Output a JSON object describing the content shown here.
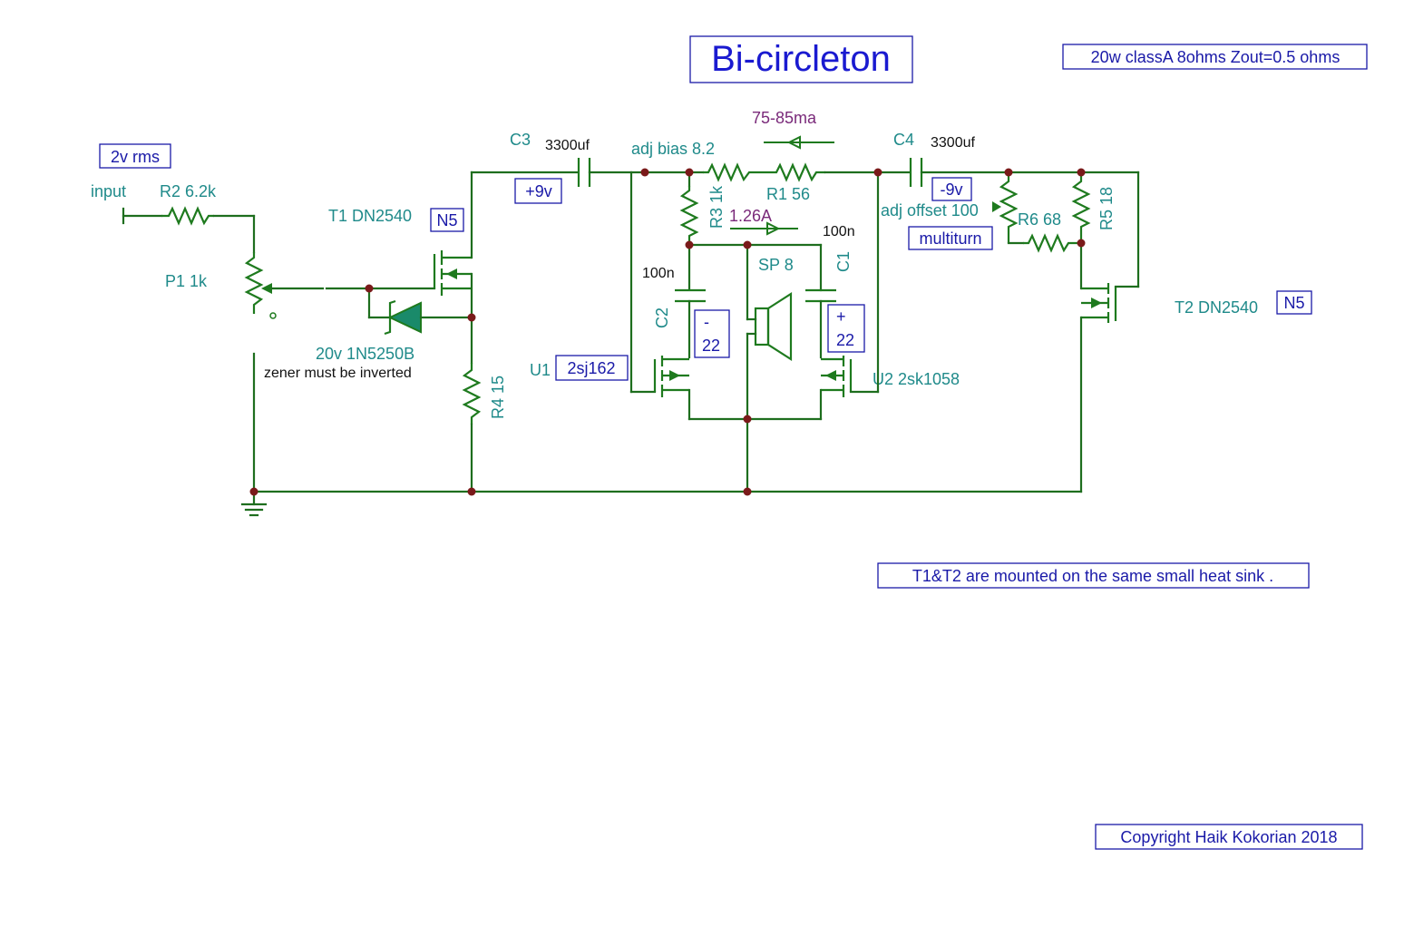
{
  "title": "Bi-circleton",
  "spec_note": "20w classA 8ohms Zout=0.5 ohms",
  "heatsink_note": "T1&T2 are mounted on the same small heat sink .",
  "copyright": "Copyright Haik Kokorian 2018",
  "input": {
    "level": "2v rms",
    "label": "input"
  },
  "components": {
    "r2": "R2 6.2k",
    "p1": "P1 1k",
    "t1": "T1 DN2540",
    "t1_pkg": "N5",
    "zener": "20v 1N5250B",
    "zener_note": "zener must be inverted",
    "r4": "R4 15",
    "c3": "C3",
    "c3_value": "3300uf",
    "c3_voltage": "+9v",
    "adj_bias": "adj bias 8.2",
    "bias_current": "75-85ma",
    "r1": "R1 56",
    "r3": "R3 1k",
    "speaker_current": "1.26A",
    "c2_value": "100n",
    "c2": "C2",
    "c2_box_sign": "-",
    "c2_box_value": "22",
    "sp": "SP 8",
    "c1_value": "100n",
    "c1": "C1",
    "c1_box_sign": "+",
    "c1_box_value": "22",
    "u1": "U1",
    "u1_part": "2sj162",
    "u2": "U2 2sk1058",
    "c4": "C4",
    "c4_value": "3300uf",
    "c4_voltage": "-9v",
    "adj_offset": "adj offset 100",
    "multiturn": "multiturn",
    "r6": "R6 68",
    "r5": "R5 18",
    "t2": "T2 DN2540",
    "t2_pkg": "N5"
  },
  "colors": {
    "wire": "#1e6e1e",
    "label": "#1f8a8a",
    "box": "#1a1aa8",
    "title": "#1a1ad0",
    "zener_fill": "#1a8a6a"
  }
}
